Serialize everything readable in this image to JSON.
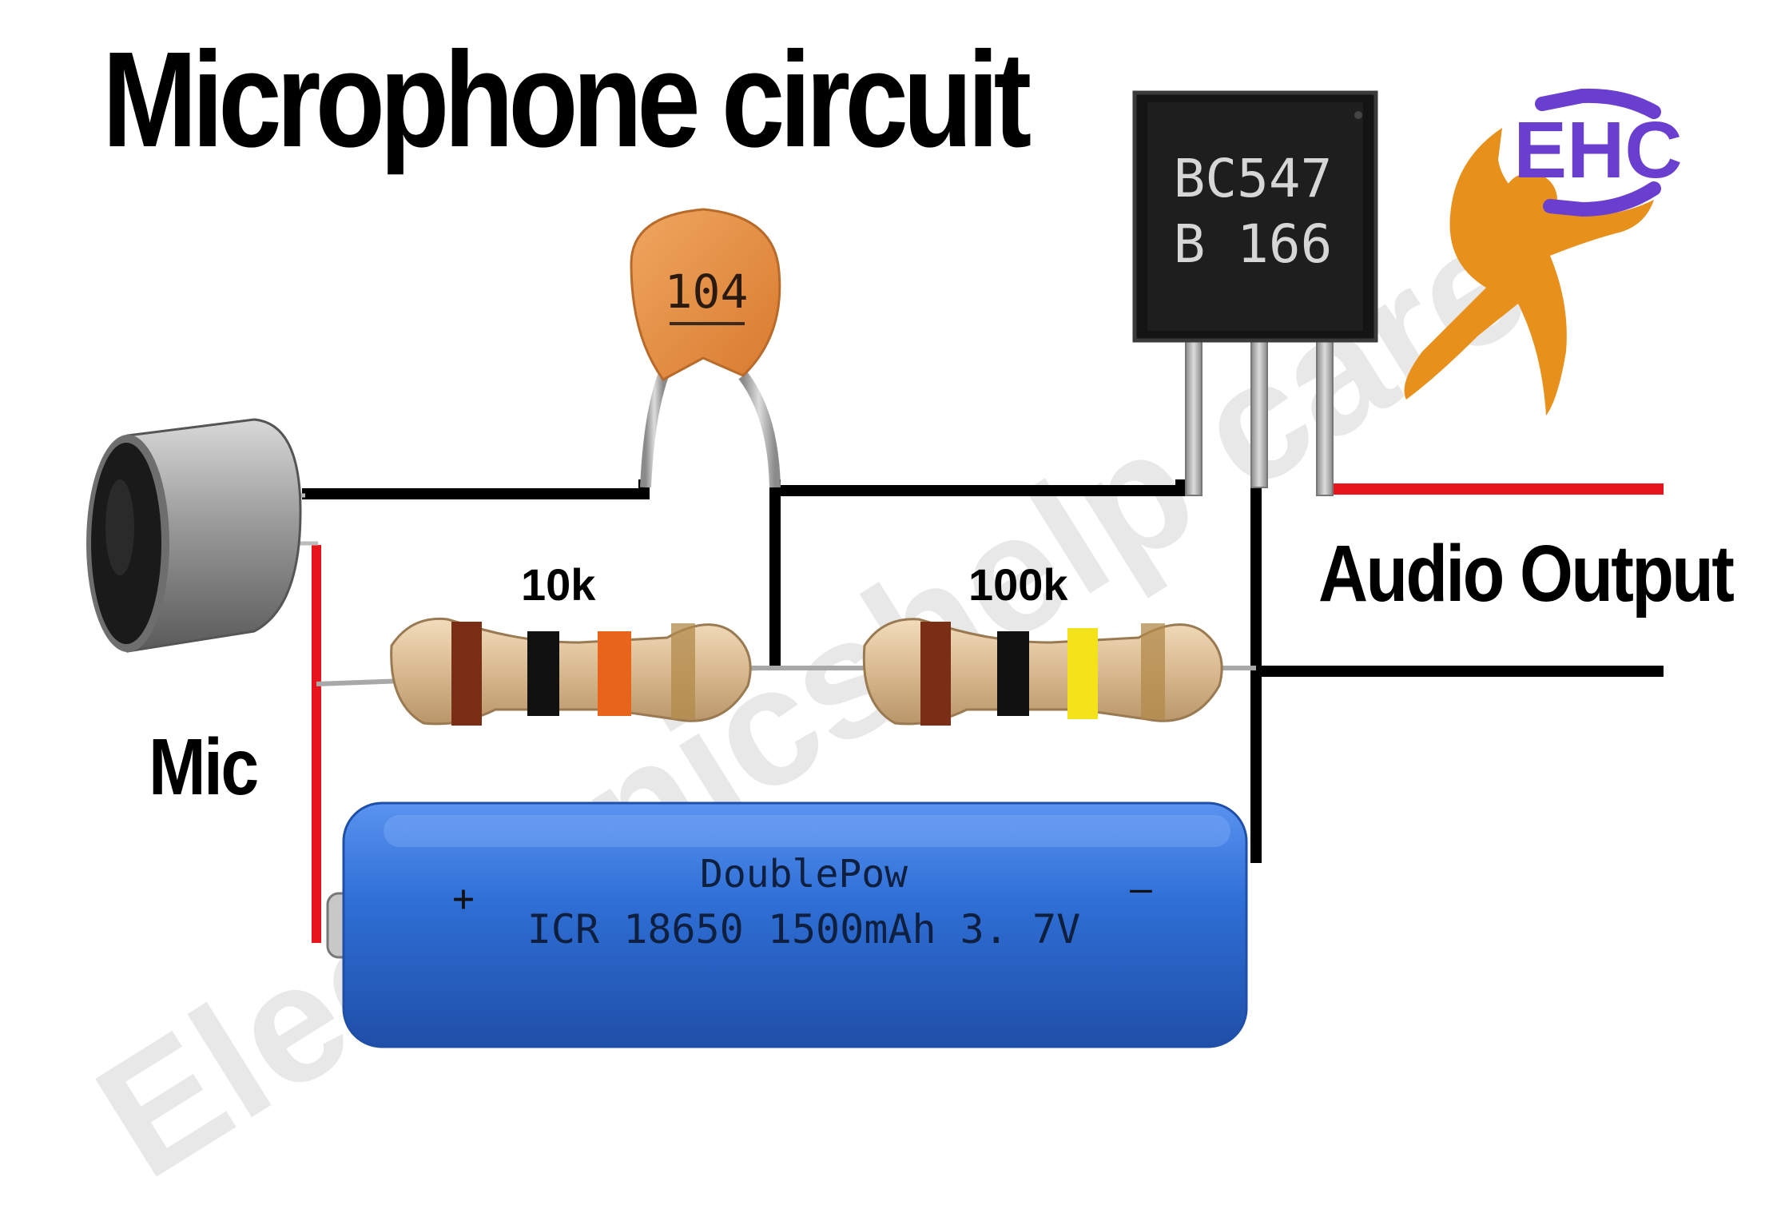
{
  "title": "Microphone circuit",
  "labels": {
    "mic": "Mic",
    "resistor1": "10k",
    "resistor2": "100k",
    "audio_output": "Audio Output"
  },
  "components": {
    "capacitor_code": "104",
    "transistor_line1": "BC547",
    "transistor_line2": "B 166",
    "battery_brand": "DoublePow",
    "battery_spec": "ICR 18650 1500mAh 3. 7V",
    "battery_plus": "+",
    "battery_minus": "—"
  },
  "logo": {
    "text": "EHC",
    "icon": "running-person-logo-icon"
  },
  "watermark": "Electronicshelp care",
  "colors": {
    "wire_black": "#000000",
    "wire_red": "#e8141b",
    "battery_blue": "#2f6fd6",
    "capacitor_orange": "#e48a3e",
    "logo_purple": "#6a3fd0",
    "logo_orange": "#e8901c"
  }
}
